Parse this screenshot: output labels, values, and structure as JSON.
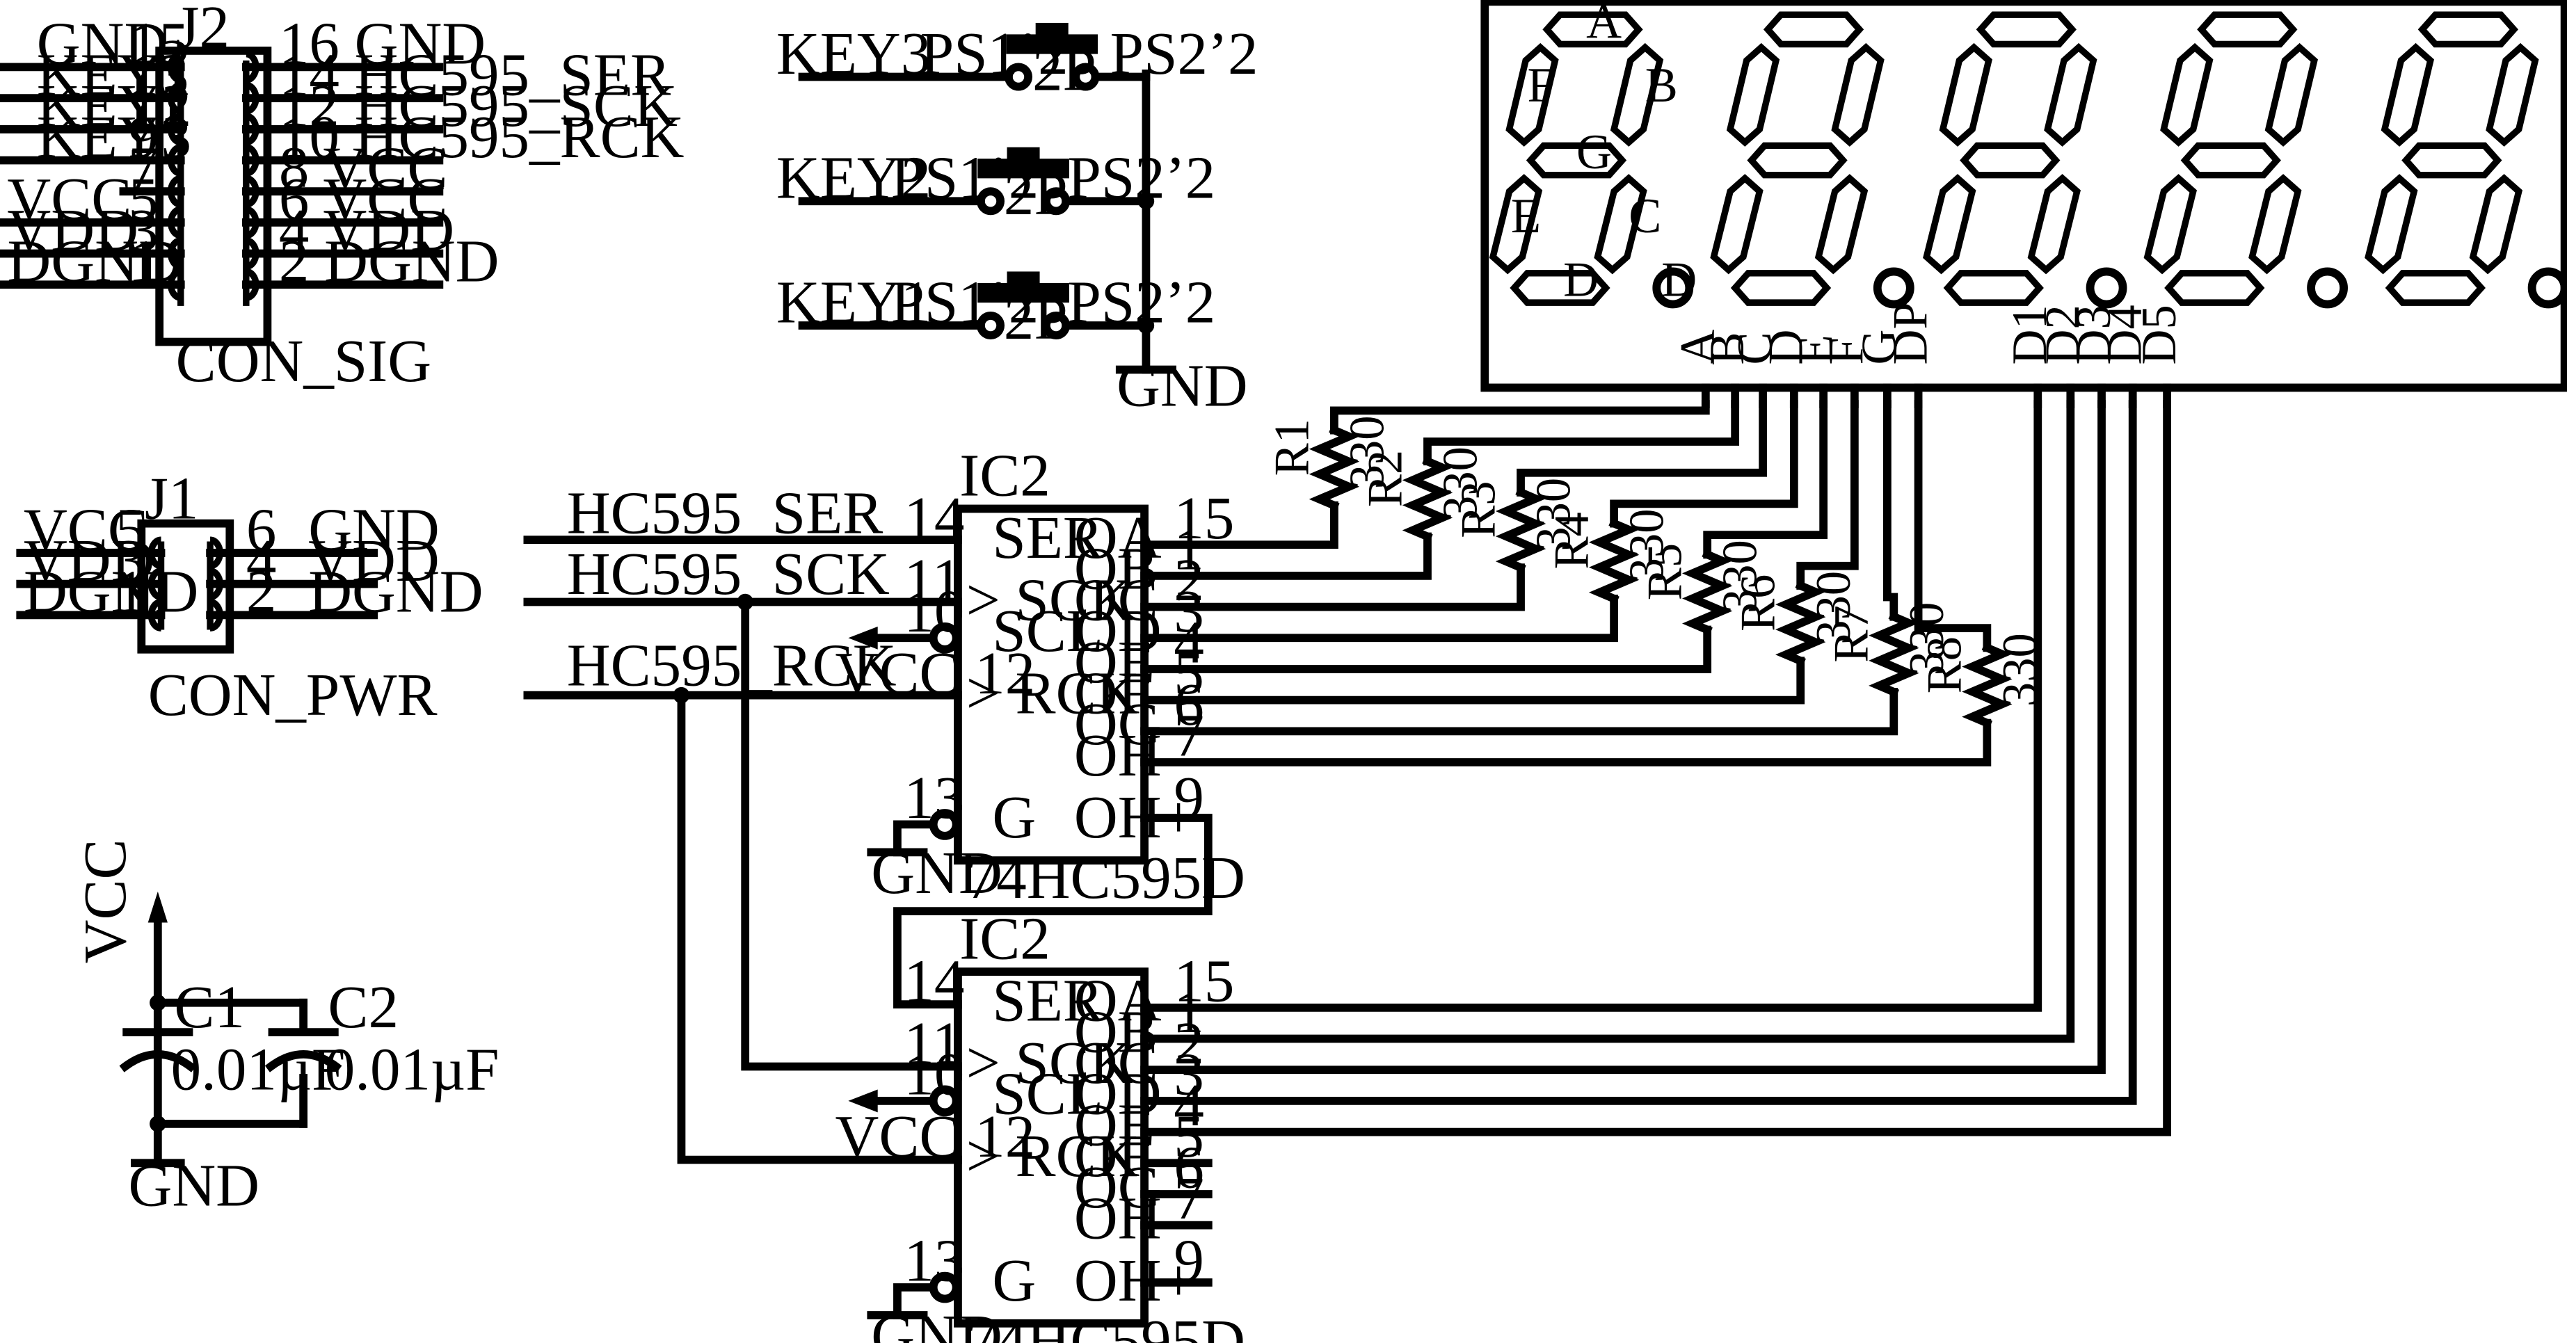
{
  "j2": {
    "ref": "J2",
    "name": "CON_SIG",
    "left": [
      {
        "net": "GND",
        "pin": "15"
      },
      {
        "net": "KEY1",
        "pin": "13"
      },
      {
        "net": "KEY2",
        "pin": "11"
      },
      {
        "net": "KEY3",
        "pin": "9"
      },
      {
        "net": "",
        "pin": "7"
      },
      {
        "net": "VCC",
        "pin": "5"
      },
      {
        "net": "VDD",
        "pin": "3"
      },
      {
        "net": "DGND",
        "pin": "1"
      }
    ],
    "right": [
      "16 GND",
      "14 HC595_SER",
      "12 HC595_SCK",
      "10 HC595_RCK",
      "8 VCC",
      "6 VCC",
      "4 VDD",
      "2 DGND"
    ]
  },
  "j1": {
    "ref": "J1",
    "name": "CON_PWR",
    "left": [
      {
        "net": "VCC",
        "pin": "5"
      },
      {
        "net": "VDD",
        "pin": "3"
      },
      {
        "net": "DGND",
        "pin": "1"
      }
    ],
    "right": [
      {
        "pin": "6",
        "net": "GND"
      },
      {
        "pin": "4",
        "net": "VDD"
      },
      {
        "pin": "2",
        "net": "DGND"
      }
    ]
  },
  "keys": [
    {
      "net": "KEY3",
      "p1": "PS1’2",
      "mid": "2P",
      "p2": "PS2’2"
    },
    {
      "net": "KEY2",
      "p1": "PS1’2",
      "mid": "2P",
      "p2": "PS2’2"
    },
    {
      "net": "KEY1",
      "p1": "PS1’2",
      "mid": "2P",
      "p2": "PS2’2"
    }
  ],
  "keys_gnd": "GND",
  "display": {
    "segment_letters": [
      "A",
      "B",
      "C",
      "D",
      "E",
      "F",
      "G"
    ],
    "pins": [
      "A",
      "B",
      "C",
      "D",
      "E",
      "F",
      "G",
      "DP",
      "D1",
      "D2",
      "D3",
      "D4",
      "D5"
    ]
  },
  "resistors": [
    {
      "ref": "R1",
      "value": "330"
    },
    {
      "ref": "R2",
      "value": "330"
    },
    {
      "ref": "R3",
      "value": "330"
    },
    {
      "ref": "R4",
      "value": "330"
    },
    {
      "ref": "R5",
      "value": "330"
    },
    {
      "ref": "R6",
      "value": "330"
    },
    {
      "ref": "R7",
      "value": "330"
    },
    {
      "ref": "R8",
      "value": "330"
    }
  ],
  "nets_in": [
    "HC595_SER",
    "HC595_SCK",
    "HC595_RCK"
  ],
  "ic": {
    "ref": "IC2",
    "part": "74HC595D",
    "left_pins": [
      {
        "num": "14",
        "name": "SER"
      },
      {
        "num": "11",
        "name": "> SCK"
      },
      {
        "num": "10",
        "name": "SCL"
      },
      {
        "num": "VCC 12",
        "name": "> RCK"
      },
      {
        "num": "13",
        "name": "G"
      }
    ],
    "right_pins": [
      {
        "num": "15",
        "name": "OA"
      },
      {
        "num": "1",
        "name": "OB"
      },
      {
        "num": "2",
        "name": "OC"
      },
      {
        "num": "3",
        "name": "OD"
      },
      {
        "num": "4",
        "name": "OE"
      },
      {
        "num": "5",
        "name": "OF"
      },
      {
        "num": "6",
        "name": "OG"
      },
      {
        "num": "7",
        "name": "OH"
      },
      {
        "num": "9",
        "name": "OH+"
      }
    ],
    "gnd": "GND"
  },
  "caps": {
    "vcc": "VCC",
    "gnd": "GND",
    "items": [
      {
        "ref": "C1",
        "value": "0.01µF"
      },
      {
        "ref": "C2",
        "value": "0.01µF"
      }
    ]
  }
}
